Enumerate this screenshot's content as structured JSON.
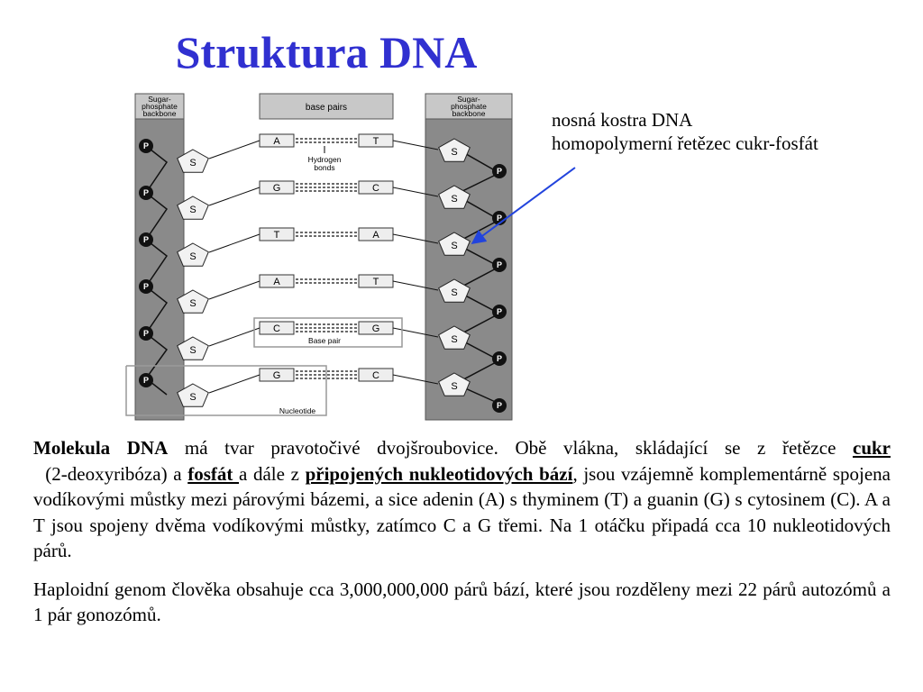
{
  "slide": {
    "title": "Struktura DNA"
  },
  "annotation": {
    "line1": "nosná kostra DNA",
    "line2": "homopolymerní řetězec cukr-fosfát"
  },
  "diagram": {
    "left_backbone_label_1": "Sugar-",
    "left_backbone_label_2": "phosphate",
    "left_backbone_label_3": "backbone",
    "right_backbone_label_1": "Sugar-",
    "right_backbone_label_2": "phosphate",
    "right_backbone_label_3": "backbone",
    "base_pairs_label": "base pairs",
    "hydrogen_label_1": "Hydrogen",
    "hydrogen_label_2": "bonds",
    "base_pair_label": "Base pair",
    "nucleotide_label": "Nucleotide",
    "sugar_symbol": "S",
    "phosphate_symbol": "P",
    "pairs": [
      {
        "left": "A",
        "right": "T"
      },
      {
        "left": "G",
        "right": "C"
      },
      {
        "left": "T",
        "right": "A"
      },
      {
        "left": "A",
        "right": "T"
      },
      {
        "left": "C",
        "right": "G"
      },
      {
        "left": "G",
        "right": "C"
      }
    ]
  },
  "paragraph1": {
    "lead": "Molekula DNA",
    "t1": " má tvar pravotočivé dvojšroubovice. Obě vlákna, skládající se z řetězce ",
    "cukr": "cukr",
    "t2": "  (2-deoxyribóza) a ",
    "fosfat": "fosfát ",
    "t3": "a dále z ",
    "baze": "připojených nukleotidových bází",
    "t4": ", jsou vzájemně komplementárně spojena vodíkovými můstky mezi párovými bázemi, a sice adenin (A) s thyminem (T) a guanin (G) s cytosinem (C). A a T jsou spojeny dvěma vodíkovými můstky, zatímco C a G třemi. Na 1 otáčku připadá cca 10 nukleotidových párů."
  },
  "paragraph2": {
    "text": "Haploidní genom člověka obsahuje cca 3,000,000,000 párů bází, které jsou rozděleny mezi 22 párů autozómů a 1 pár gonozómů."
  }
}
